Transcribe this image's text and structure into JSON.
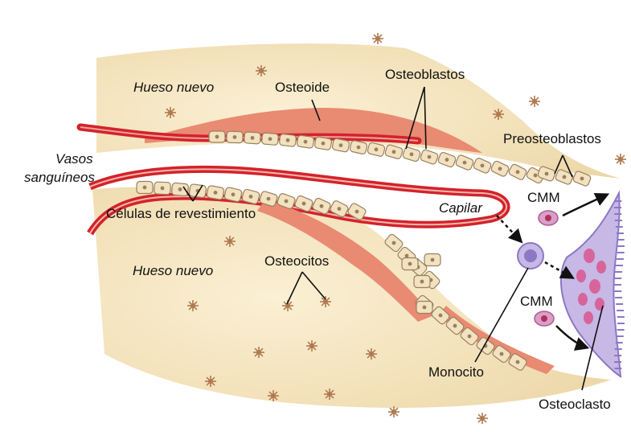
{
  "labels": {
    "hueso_nuevo_top": "Hueso nuevo",
    "osteoide": "Osteoide",
    "osteoblastos": "Osteoblastos",
    "preosteoblastos": "Preosteoblastos",
    "vasos_line1": "Vasos",
    "vasos_line2": "sanguíneos",
    "celulas_revestimiento": "Células de revestimiento",
    "capilar": "Capilar",
    "cmm_top": "CMM",
    "cmm_bottom": "CMM",
    "hueso_nuevo_bottom": "Hueso nuevo",
    "osteocitos": "Osteocitos",
    "monocito": "Monocito",
    "osteoclasto": "Osteoclasto"
  },
  "colors": {
    "bone": "#f5e6c4",
    "osteoid": "#e98a72",
    "vessel": "#d3232a",
    "cell": "#f2e2bf",
    "osteoclast": "#c7b8e6",
    "nucleus": "#d8649c",
    "osteocyte": "#b07a4e"
  }
}
